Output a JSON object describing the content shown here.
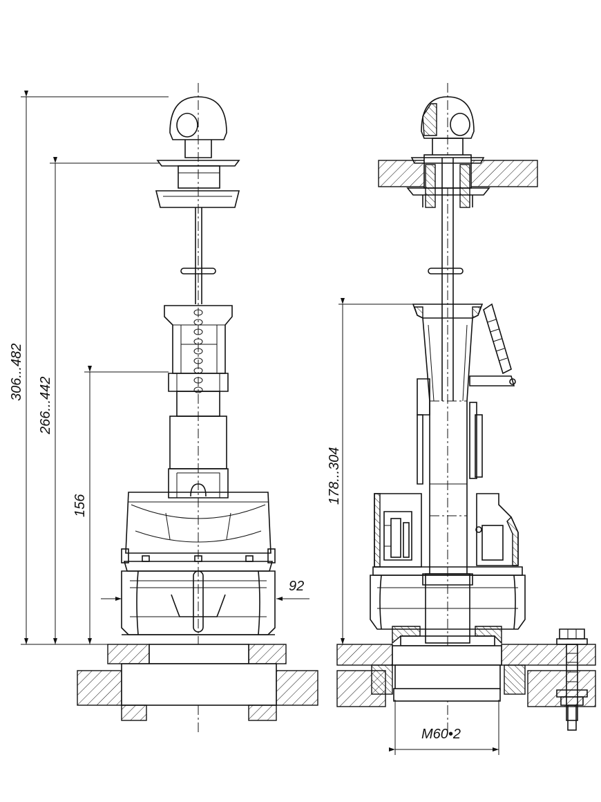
{
  "dimensions": {
    "overall_height": "306...482",
    "button_height": "266...442",
    "float_height": "156",
    "width": "92",
    "valve_height": "178...304",
    "thread": "M60•2"
  }
}
